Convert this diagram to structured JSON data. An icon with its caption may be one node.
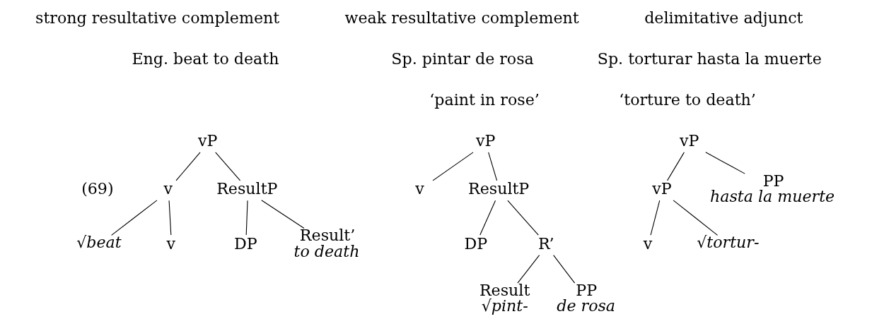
{
  "diagram": {
    "nodes": [
      {
        "text": [
          "vP"
        ]
      },
      {
        "text": [
          "v"
        ]
      },
      {
        "text": [
          "ResultP"
        ]
      },
      {
        "text": [
          "√beat"
        ]
      },
      {
        "text": [
          "v"
        ]
      },
      {
        "text": [
          "DP"
        ]
      },
      {
        "text": [
          "Result’",
          "to death"
        ]
      },
      {
        "text": [
          "vP"
        ]
      },
      {
        "text": [
          "v"
        ]
      },
      {
        "text": [
          "ResultP"
        ]
      },
      {
        "text": [
          "DP"
        ]
      },
      {
        "text": [
          "R’"
        ]
      },
      {
        "text": [
          "Result",
          "√pint-"
        ]
      },
      {
        "text": [
          "PP",
          "de rosa"
        ]
      },
      {
        "text": [
          "vP"
        ]
      },
      {
        "text": [
          "vP"
        ]
      },
      {
        "text": [
          "PP",
          "hasta la muerte"
        ]
      },
      {
        "text": [
          "v"
        ]
      },
      {
        "text": [
          "√tortur-"
        ]
      }
    ],
    "edges": [
      {
        "from": 0,
        "to": 1,
        "arrow": "none"
      },
      {
        "from": 0,
        "to": 2,
        "arrow": "none"
      },
      {
        "from": 1,
        "to": 3,
        "arrow": "none"
      },
      {
        "from": 1,
        "to": 4,
        "arrow": "none"
      },
      {
        "from": 2,
        "to": 5,
        "arrow": "none"
      },
      {
        "from": 2,
        "to": 6,
        "arrow": "none"
      },
      {
        "from": 7,
        "to": 8,
        "arrow": "none"
      },
      {
        "from": 7,
        "to": 9,
        "arrow": "none"
      },
      {
        "from": 9,
        "to": 10,
        "arrow": "none"
      },
      {
        "from": 9,
        "to": 11,
        "arrow": "none"
      },
      {
        "from": 11,
        "to": 12,
        "arrow": "none"
      },
      {
        "from": 11,
        "to": 13,
        "arrow": "none"
      },
      {
        "from": 14,
        "to": 15,
        "arrow": "none"
      },
      {
        "from": 14,
        "to": 16,
        "arrow": "none"
      },
      {
        "from": 15,
        "to": 17,
        "arrow": "none"
      },
      {
        "from": 15,
        "to": 18,
        "arrow": "none"
      }
    ],
    "labels": [
      "strong resultative complement",
      "Eng. beat to death",
      "weak resultative complement",
      "Sp. pintar de rosa",
      "‘paint in rose’",
      "delimitative adjunct",
      "Sp. torturar hasta la muerte",
      "‘torture to death’",
      "(69)"
    ]
  }
}
